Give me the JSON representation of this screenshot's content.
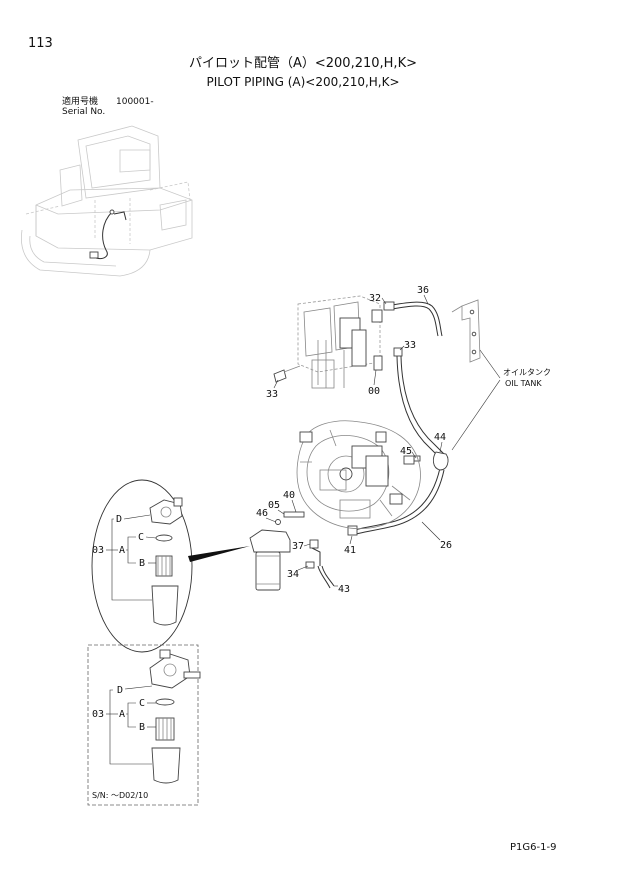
{
  "page": {
    "number": "113",
    "title_ja": "パイロット配管（A）<200,210,H,K>",
    "title_en": "PILOT PIPING (A)<200,210,H,K>",
    "serial_label_ja": "適用号機",
    "serial_value": "100001-",
    "serial_label_en": "Serial No.",
    "page_code": "P1G6-1-9"
  },
  "callouts": [
    "32",
    "36",
    "33",
    "33",
    "00",
    "44",
    "45",
    "40",
    "05",
    "46",
    "37",
    "41",
    "26",
    "34",
    "43"
  ],
  "oil_tank": {
    "ja": "オイルタンク",
    "en": "OIL TANK"
  },
  "inset_oval": {
    "d": "D",
    "c": "C",
    "group": "03",
    "a": "A",
    "b": "B"
  },
  "inset_box": {
    "d": "D",
    "c": "C",
    "group": "03",
    "a": "A",
    "b": "B",
    "serial": "S/N: ～D02/10"
  }
}
